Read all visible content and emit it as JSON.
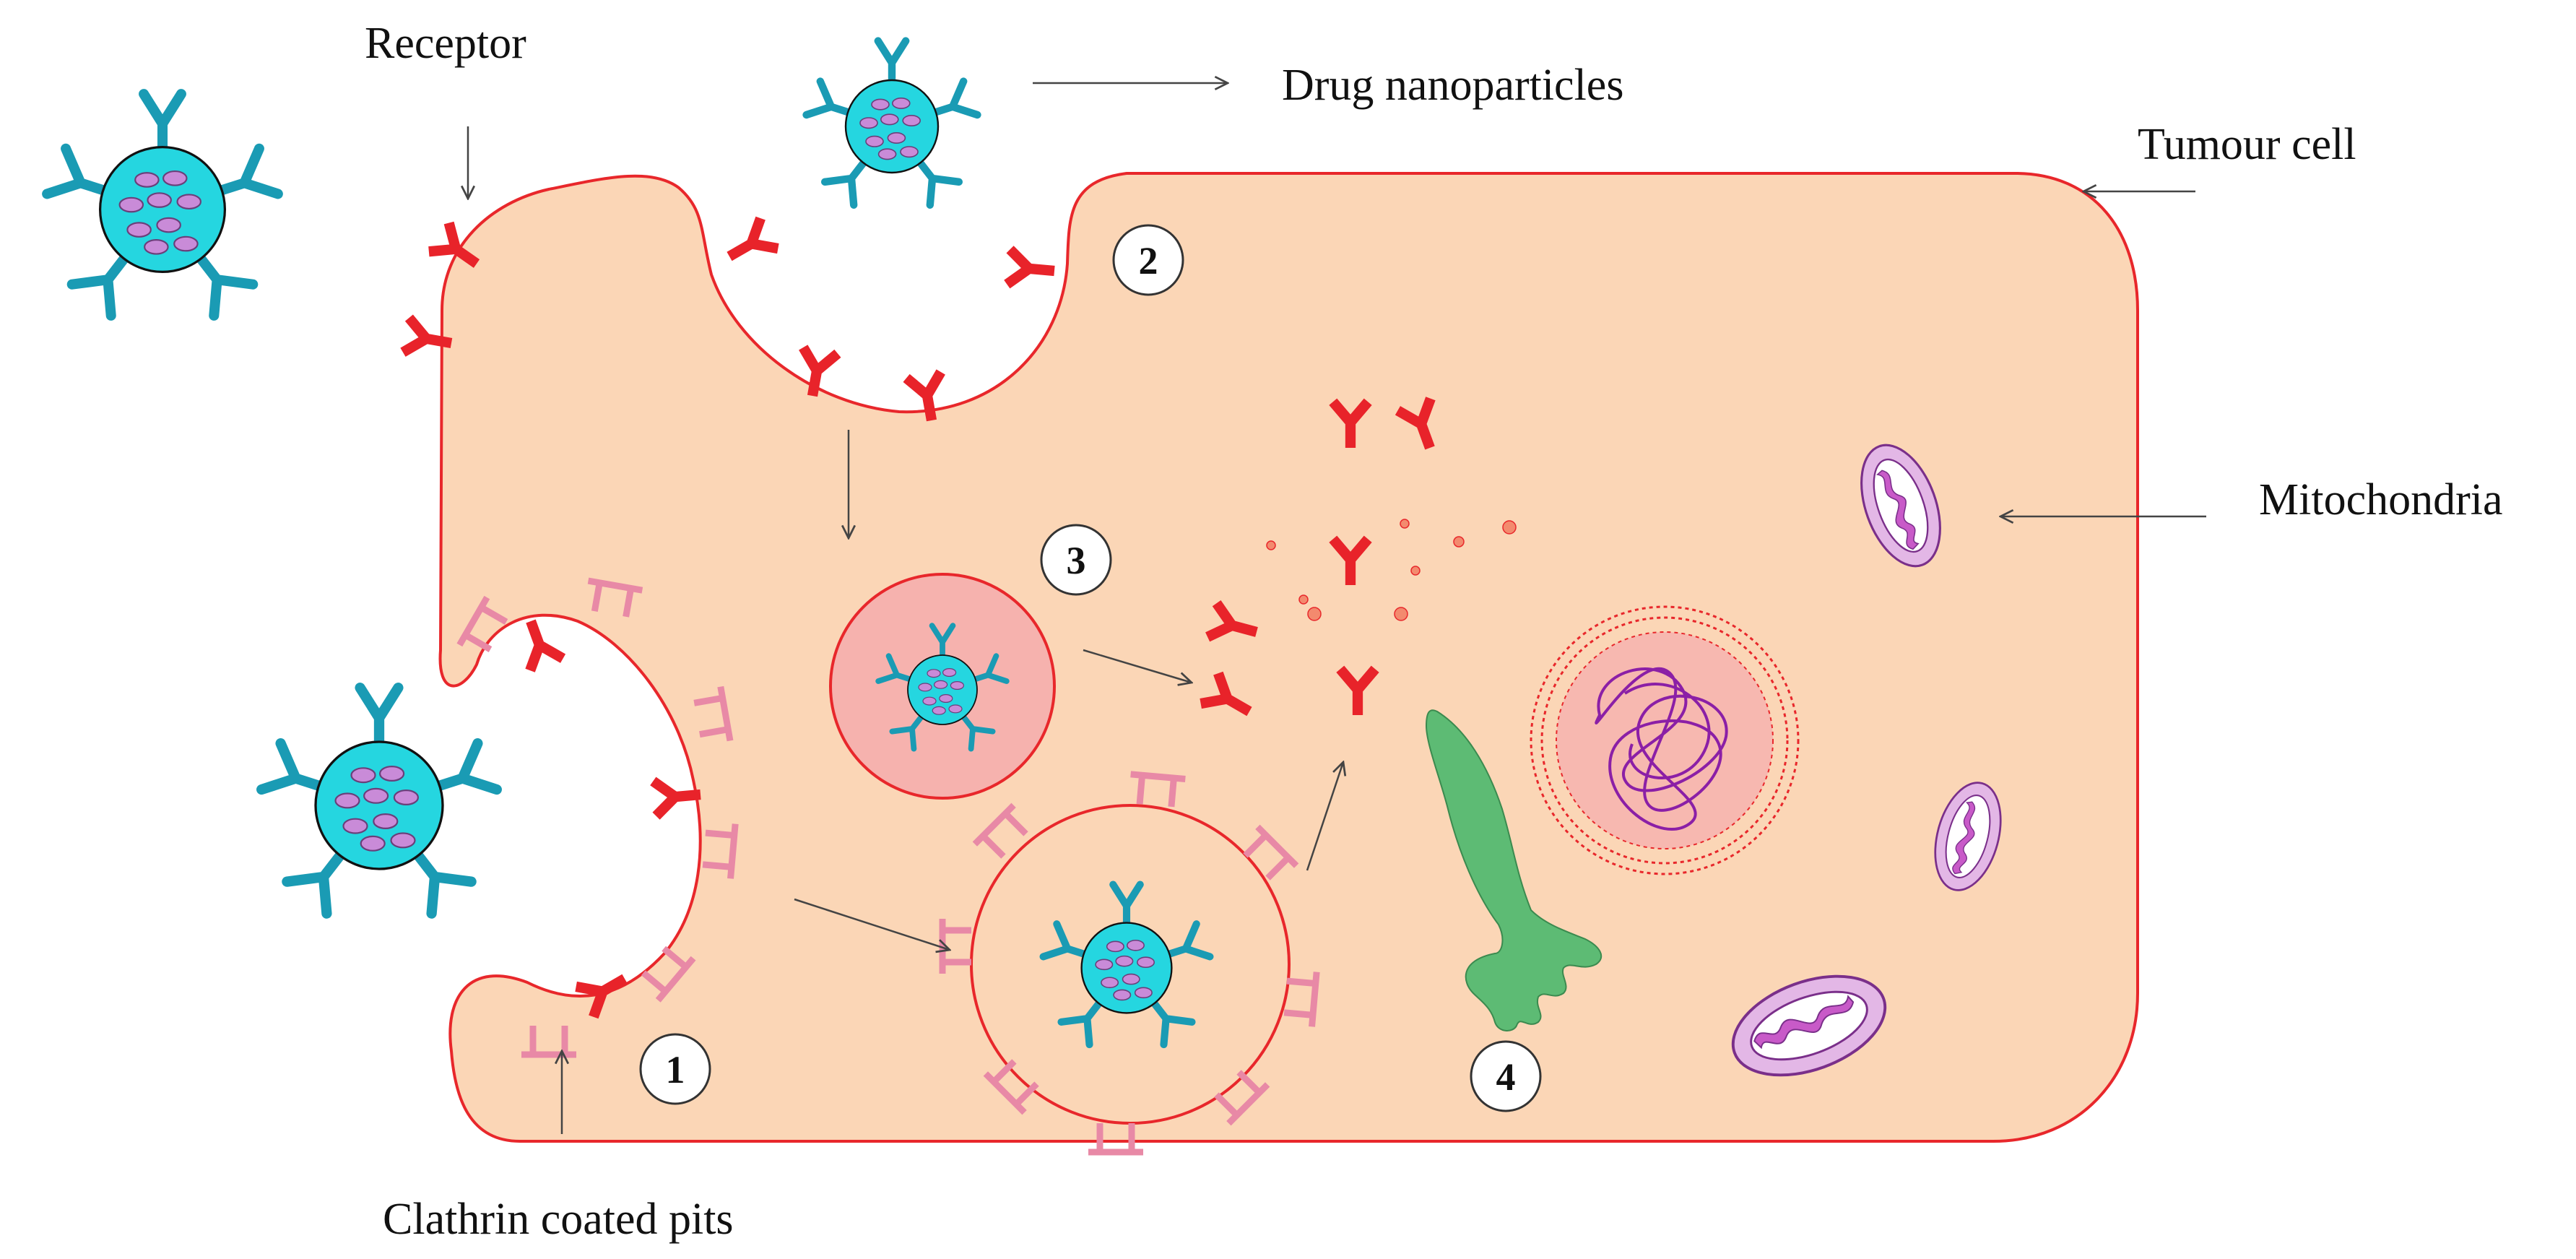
{
  "labels": {
    "receptor": "Receptor",
    "drug_nanoparticles": "Drug nanoparticles",
    "tumour_cell": "Tumour cell",
    "mitochondria": "Mitochondria",
    "clathrin_coated_pits": "Clathrin coated pits"
  },
  "steps": [
    "1",
    "2",
    "3",
    "4"
  ],
  "colors": {
    "cell_fill": "#fbd6b6",
    "cell_stroke": "#e8272b",
    "receptor": "#e8232a",
    "clathrin": "#e889a6",
    "nanoparticle_core": "#25d6e0",
    "nanoparticle_arm": "#1a9bb4",
    "drug_dot": "#c98bd8",
    "endosome_fill": "#f6b2ae",
    "nucleus_fill": "#f7b8b0",
    "chromatin": "#8b1fa6",
    "golgi": "#5dbb74",
    "mito_outer": "#e3b7e6",
    "mito_inner": "#c85ac8"
  },
  "icons": [
    "receptor-icon",
    "clathrin-icon",
    "nanoparticle-icon",
    "mitochondrion-icon",
    "nucleus-icon",
    "golgi-icon",
    "arrow-icon"
  ]
}
